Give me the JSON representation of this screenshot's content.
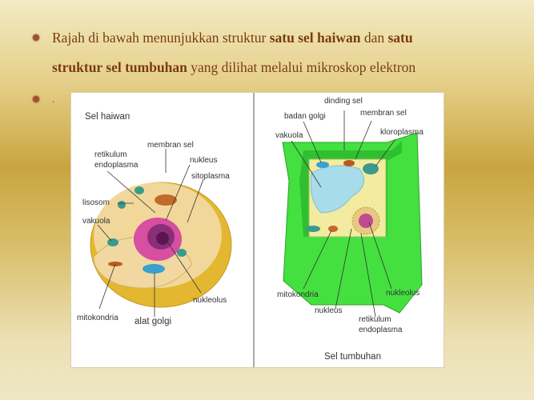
{
  "bullets": [
    {
      "parts": [
        {
          "text": "Rajah di bawah menunjukkan struktur ",
          "bold": false
        },
        {
          "text": "satu sel haiwan",
          "bold": true
        },
        {
          "text": " dan ",
          "bold": false
        },
        {
          "text": "satu",
          "bold": true
        }
      ],
      "line2": [
        {
          "text": "struktur sel tumbuhan",
          "bold": true
        },
        {
          "text": " yang dilihat melalui mikroskop elektron",
          "bold": false
        }
      ]
    },
    {
      "text": "."
    }
  ],
  "figure": {
    "animal": {
      "title": "Sel haiwan",
      "labels": {
        "membran_sel": "membran sel",
        "retikulum1": "retikulum",
        "retikulum2": "endoplasma",
        "nukleus": "nukleus",
        "sitoplasma": "sitoplasma",
        "lisosom": "lisosom",
        "vakuola": "vakuola",
        "nukleolus": "nukleolus",
        "mitokondria": "mitokondria",
        "alat_golgi": "alat golgi"
      }
    },
    "plant": {
      "title": "Sel tumbuhan",
      "labels": {
        "dinding_sel": "dinding sel",
        "badan_golgi": "badan golgi",
        "membran_sel": "membran sel",
        "vakuola": "vakuola",
        "kloroplasma": "kloroplasma",
        "mitokondria": "mitokondria",
        "nukleolus": "nukleolus",
        "nukleus": "nukleus",
        "retikulum1": "retikulum",
        "retikulum2": "endoplasma"
      }
    }
  }
}
